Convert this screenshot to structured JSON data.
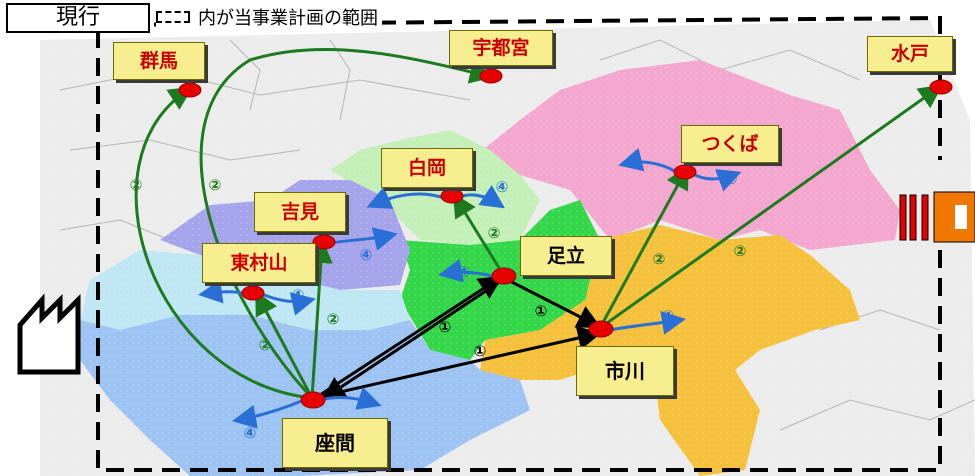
{
  "header": {
    "mode_label": "現行",
    "legend_text": "内が当事業計画の範囲"
  },
  "cities": {
    "gunma": "群馬",
    "utsunomiya": "宇都宮",
    "mito": "水戸",
    "tsukuba": "つくば",
    "shiraoka": "白岡",
    "yoshimi": "吉見",
    "adachi": "足立",
    "higashimurayama": "東村山",
    "ichikawa": "市川",
    "zama": "座間"
  },
  "route_marks": {
    "one": "①",
    "two": "②",
    "four": "④"
  },
  "colors": {
    "green_route": "#1e7a1e",
    "black_route": "#000000",
    "blue_route": "#2a6fd6",
    "city_dot": "#e60000",
    "label_bg": "#f7ee8f",
    "label_text_red": "#cc0000",
    "region_pink": "#f3a7cf",
    "region_orange": "#f5c13c",
    "region_green": "#34d64a",
    "region_lightgreen": "#c4efb8",
    "region_purple": "#a5a3ea",
    "region_cyan": "#bfe6f3",
    "region_blue": "#9cc3f2",
    "region_gray": "#e6e6e6"
  },
  "icons": [
    "factory-icon",
    "building-icon"
  ]
}
